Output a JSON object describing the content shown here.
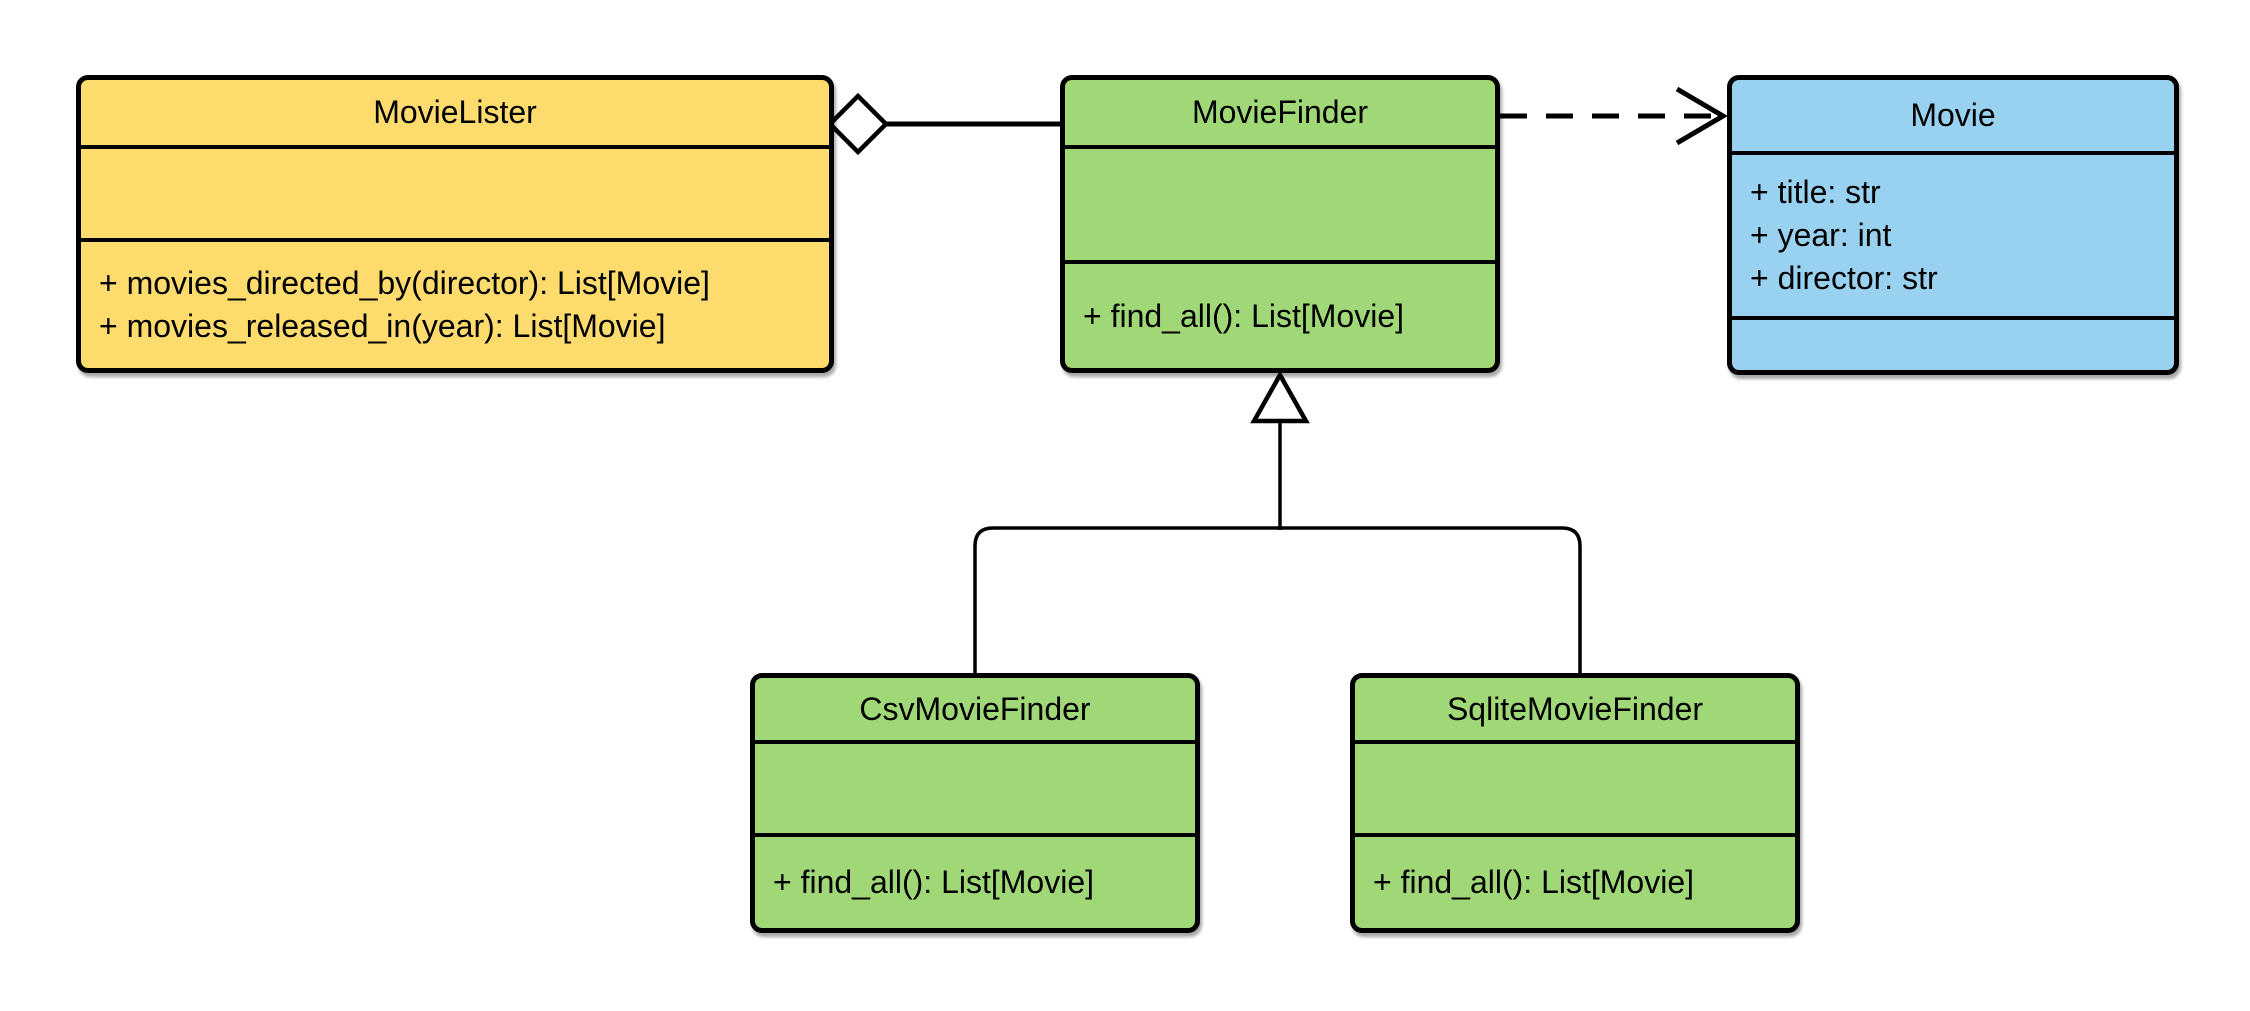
{
  "canvas": {
    "background": "#ffffff",
    "line_color": "#000000"
  },
  "classes": {
    "movie_lister": {
      "name": "MovieLister",
      "fill": "#fddb6d",
      "attributes": [],
      "methods": [
        "+ movies_directed_by(director): List[Movie]",
        "+ movies_released_in(year): List[Movie]"
      ]
    },
    "movie_finder": {
      "name": "MovieFinder",
      "fill": "#a0d877",
      "attributes": [],
      "methods": [
        "+ find_all(): List[Movie]"
      ]
    },
    "movie": {
      "name": "Movie",
      "fill": "#99d2f0",
      "attributes": [
        "+ title: str",
        "+ year: int",
        "+ director: str"
      ],
      "methods": []
    },
    "csv_movie_finder": {
      "name": "CsvMovieFinder",
      "fill": "#a0d877",
      "attributes": [],
      "methods": [
        "+ find_all(): List[Movie]"
      ]
    },
    "sqlite_movie_finder": {
      "name": "SqliteMovieFinder",
      "fill": "#a0d877",
      "attributes": [],
      "methods": [
        "+ find_all(): List[Movie]"
      ]
    }
  },
  "relationships": [
    {
      "type": "aggregation",
      "from": "MovieLister",
      "to": "MovieFinder"
    },
    {
      "type": "dependency",
      "from": "MovieFinder",
      "to": "Movie"
    },
    {
      "type": "generalization",
      "from": "CsvMovieFinder",
      "to": "MovieFinder"
    },
    {
      "type": "generalization",
      "from": "SqliteMovieFinder",
      "to": "MovieFinder"
    }
  ]
}
